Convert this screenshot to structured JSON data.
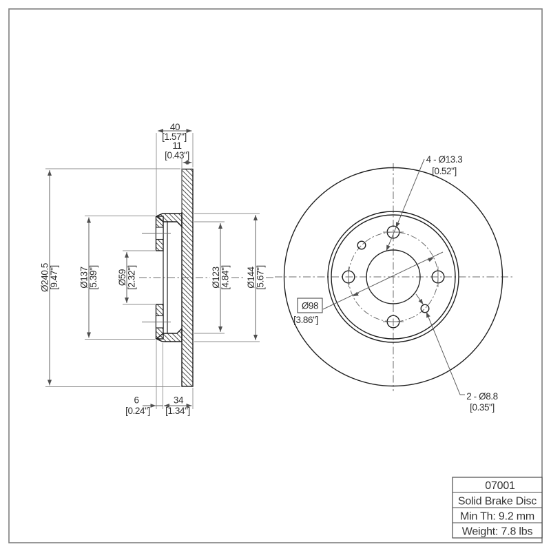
{
  "drawing": {
    "section_view": {
      "dim_od": {
        "mm": "Ø240.5",
        "in": "[9.47\"]"
      },
      "dim_flange_od": {
        "mm": "Ø137",
        "in": "[5.39\"]"
      },
      "dim_bore": {
        "mm": "Ø59",
        "in": "[2.32\"]"
      },
      "dim_hat_id": {
        "mm": "Ø123",
        "in": "[4.84\"]"
      },
      "dim_hat_od": {
        "mm": "Ø144",
        "in": "[5.67\"]"
      },
      "dim_overall_width": {
        "mm": "40",
        "in": "[1.57\"]"
      },
      "dim_disc_thickness": {
        "mm": "11",
        "in": "[0.43\"]"
      },
      "dim_flange_thickness": {
        "mm": "6",
        "in": "[0.24\"]"
      },
      "dim_hat_depth": {
        "mm": "34",
        "in": "[1.34\"]"
      }
    },
    "front_view": {
      "dim_bolt_holes": {
        "label": "4 - Ø13.3",
        "in": "[0.52\"]"
      },
      "dim_bolt_circle": {
        "label": "Ø98",
        "in": "[3.86\"]"
      },
      "dim_pin_holes": {
        "label": "2 - Ø8.8",
        "in": "[0.35\"]"
      }
    },
    "title_block": {
      "part_number": "07001",
      "product_name": "Solid Brake Disc",
      "min_thickness": "Min Th: 9.2 mm",
      "weight": "Weight: 7.8 lbs"
    }
  }
}
